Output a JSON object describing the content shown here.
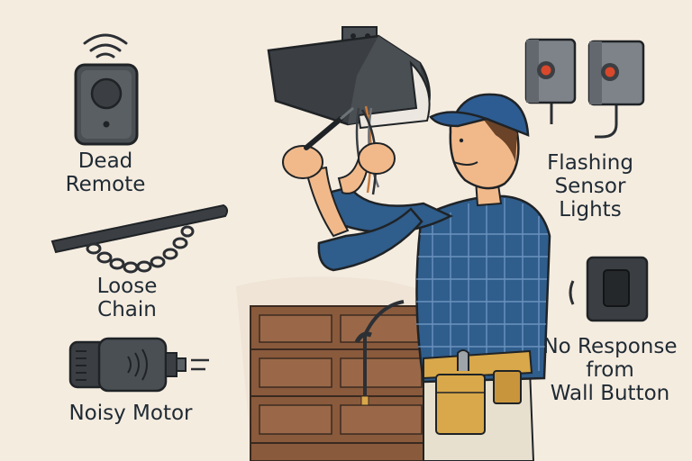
{
  "labels": {
    "dead_remote": [
      "Dead",
      "Remote"
    ],
    "loose_chain": [
      "Loose",
      "Chain"
    ],
    "noisy_motor": [
      "Noisy Motor"
    ],
    "flashing_sensor": [
      "Flashing",
      "Sensor",
      "Lights"
    ],
    "wall_button": [
      "No Response",
      "from",
      "Wall Button"
    ]
  },
  "colors": {
    "background": "#f5ece0",
    "device_dark": "#3b3f43",
    "sensor_red": "#d9482b",
    "shirt_blue": "#2f5d8c",
    "cap_blue": "#2d5c92",
    "skin": "#f1b98a",
    "door_brown": "#8a5a3c",
    "tool_belt": "#d9a84a"
  },
  "icons": [
    "remote-icon",
    "wifi-icon",
    "chain-rail-icon",
    "motor-icon",
    "sensor-icon",
    "wall-button-icon",
    "garage-opener-icon",
    "technician-figure",
    "garage-door"
  ]
}
